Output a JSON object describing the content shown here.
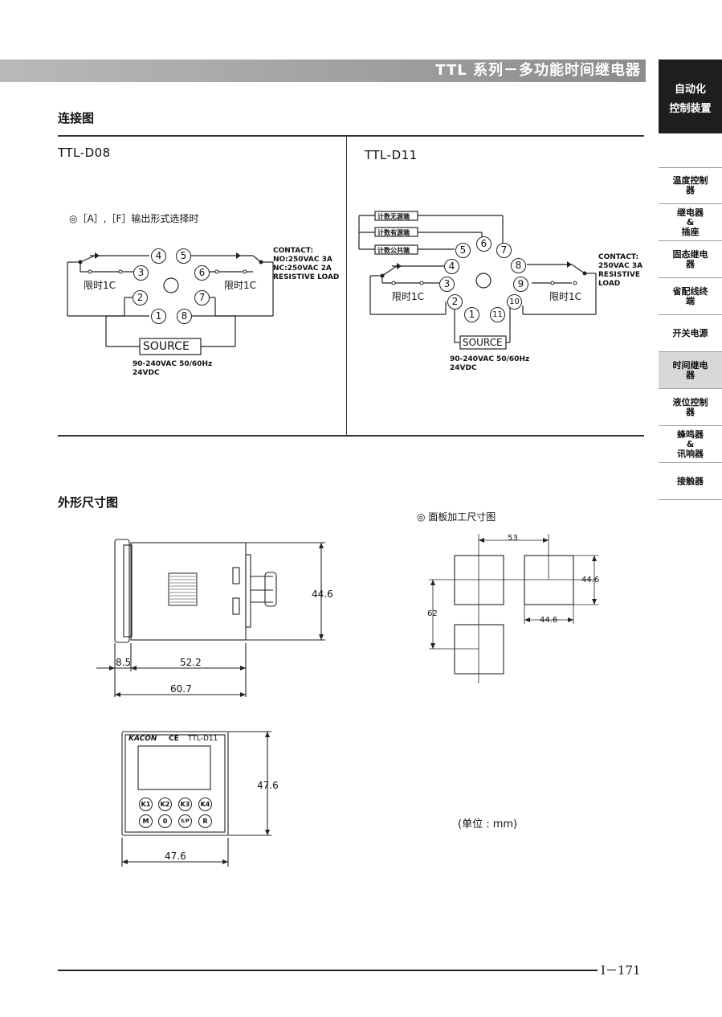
{
  "header": {
    "title": "TTL 系列－多功能时间继电器"
  },
  "side": {
    "category_line1": "自动化",
    "category_line2": "控制装置",
    "items": [
      {
        "label": "温度控制\n器",
        "active": false
      },
      {
        "label": "继电器\n&\n插座",
        "active": false
      },
      {
        "label": "固态继电\n器",
        "active": false
      },
      {
        "label": "省配线终\n端",
        "active": false
      },
      {
        "label": "开关电源",
        "active": false
      },
      {
        "label": "时间继电\n器",
        "active": true
      },
      {
        "label": "液位控制\n器",
        "active": false
      },
      {
        "label": "蜂鸣器\n&\n讯响器",
        "active": false
      },
      {
        "label": "接触器",
        "active": false
      }
    ]
  },
  "wiring": {
    "title": "连接图",
    "d08": {
      "model": "TTL-D08",
      "output_note": "◎［A］,［F］输出形式选择时",
      "pins": [
        "4",
        "5",
        "3",
        "6",
        "2",
        "7",
        "1",
        "8"
      ],
      "limit_label": "限时1C",
      "contact_lines": [
        "CONTACT:",
        "NO:250VAC 3A",
        "NC:250VAC 2A",
        "RESISTIVE LOAD"
      ],
      "source": "SOURCE",
      "power_lines": [
        "90-240VAC 50/60Hz",
        "24VDC"
      ]
    },
    "d11": {
      "model": "TTL-D11",
      "count_labels": [
        "计数无源端",
        "计数有源端",
        "计数公共端"
      ],
      "pins": [
        "5",
        "6",
        "7",
        "4",
        "8",
        "3",
        "9",
        "2",
        "1",
        "11",
        "10"
      ],
      "limit_label": "限时1C",
      "contact_lines": [
        "CONTACT:",
        "250VAC 3A",
        "RESISTIVE",
        "LOAD"
      ],
      "source": "SOURCE",
      "power_lines": [
        "90-240VAC 50/60Hz",
        "24VDC"
      ]
    }
  },
  "dimensions": {
    "title": "外形尺寸图",
    "side_view": {
      "height": "44.6",
      "front": "8.5",
      "body": "52.2",
      "total": "60.7"
    },
    "front_view": {
      "brand": "KACON",
      "ce": "CE",
      "model": "TTL-D11",
      "keys_row1": [
        "K1",
        "K2",
        "K3",
        "K4"
      ],
      "keys_row2": [
        "M",
        "0",
        "S/P",
        "R"
      ],
      "height": "47.6",
      "width": "47.6"
    },
    "panel_cutout": {
      "title": "◎ 面板加工尺寸图",
      "pitch_h": "53",
      "pitch_v": "62",
      "cut_h": "44.6",
      "cut_v": "44.6"
    },
    "unit": "(单位 : mm)"
  },
  "footer": {
    "page": "Ⅰ－171"
  }
}
